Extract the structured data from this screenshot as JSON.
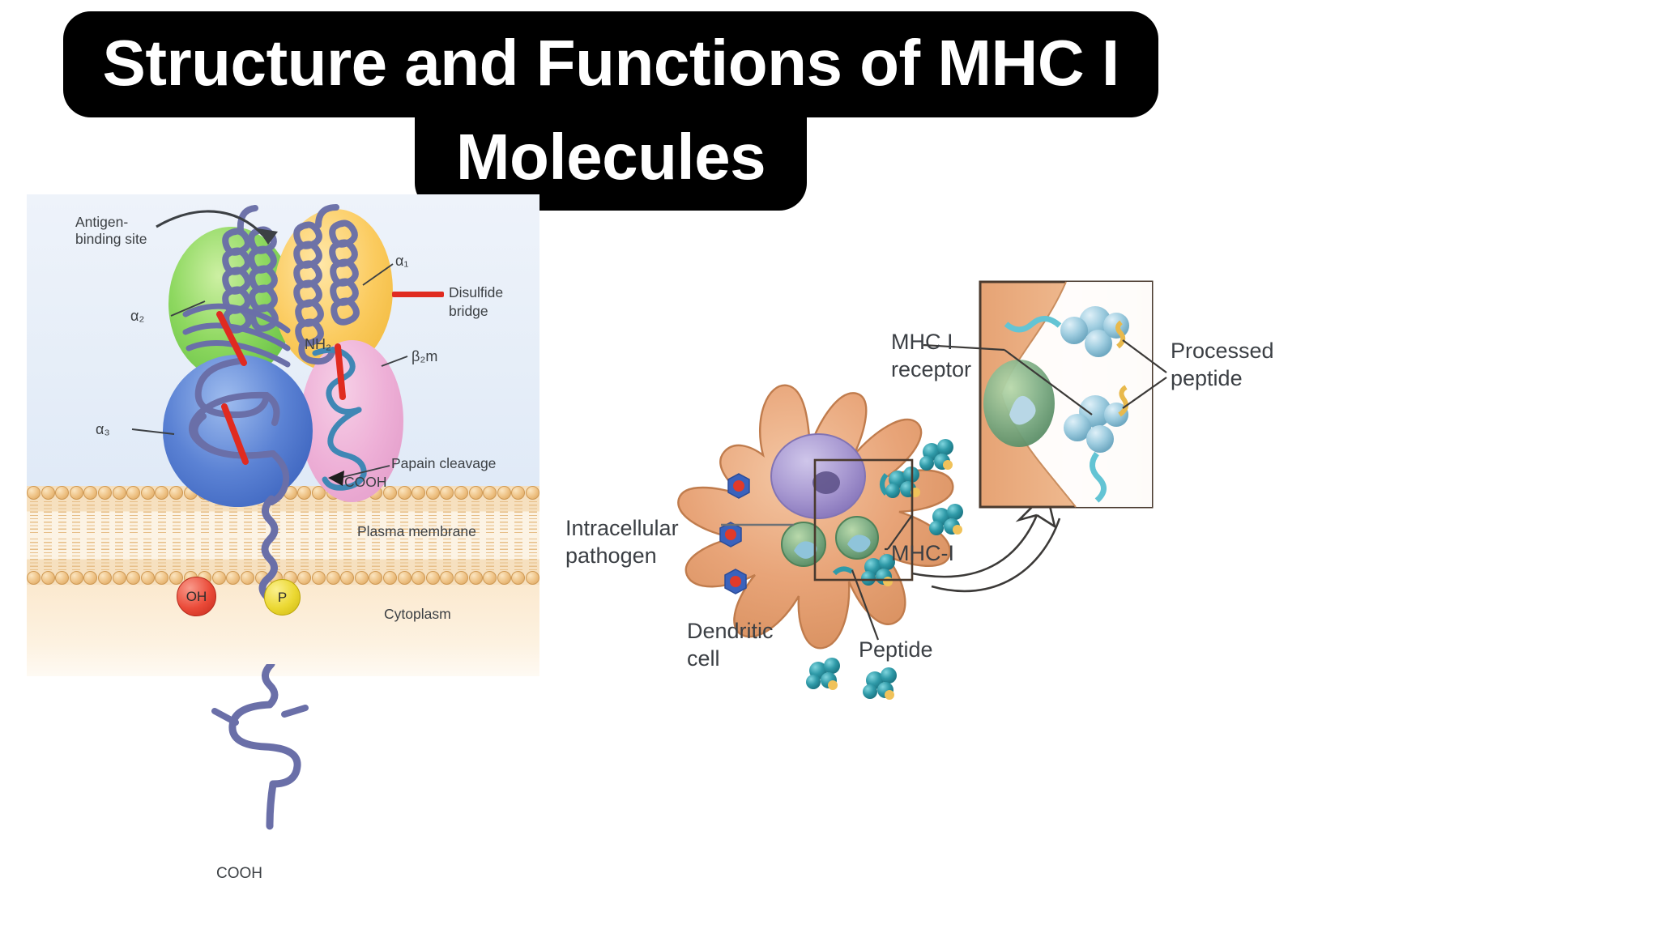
{
  "title": {
    "line1": "Structure and Functions of MHC I",
    "line2": "Molecules",
    "background": "#000000",
    "color": "#ffffff"
  },
  "structure_panel": {
    "name": "MHC I molecule structure diagram",
    "labels": {
      "antigen_binding_site": "Antigen-\nbinding site",
      "antigen_binding_site_l1": "Antigen-",
      "antigen_binding_site_l2": "binding site",
      "alpha1": "α₁",
      "alpha2": "α₂",
      "alpha3": "α₃",
      "beta2m": "β₂m",
      "nh2": "NH₂",
      "disulfide_l1": "Disulfide",
      "disulfide_l2": "bridge",
      "papain_cleavage": "Papain cleavage",
      "cooh_middle": "COOH",
      "cooh_bottom": "COOH",
      "plasma_membrane": "Plasma membrane",
      "cytoplasm": "Cytoplasm",
      "oh_tag": "OH",
      "p_tag": "P"
    },
    "colors": {
      "alpha1_domain": "#fbcb5f",
      "alpha2_domain": "#8ed860",
      "alpha3_domain": "#5b82d4",
      "beta2m_domain": "#eeb0d7",
      "disulfide_bridge": "#e02b20",
      "peptide_chain": "#6a6fa8",
      "membrane_lipid": "#eec183",
      "oh_circle": "#ea4a38",
      "p_circle": "#ebd832",
      "extracellular_bg": "#e3ecf8",
      "cytoplasm_bg": "#fbe9cf"
    }
  },
  "presentation_panel": {
    "name": "Antigen presentation by dendritic cell",
    "labels": {
      "intracellular_pathogen_l1": "Intracellular",
      "intracellular_pathogen_l2": "pathogen",
      "dendritic_cell_l1": "Dendritic",
      "dendritic_cell_l2": "cell",
      "mhc_i": "MHC-I",
      "peptide": "Peptide",
      "mhc_i_receptor_l1": "MHC I",
      "mhc_i_receptor_l2": "receptor",
      "processed_peptide_l1": "Processed",
      "processed_peptide_l2": "peptide"
    },
    "colors": {
      "cell_body": "#e8a478",
      "nucleus": "#a99ad2",
      "pathogen": "#e03a2a",
      "pathogen_ring": "#2f57b5",
      "phagosome": "#7fae86",
      "peptide_cluster": "#2f9aa8",
      "mhc_receptor": "#8fc4da",
      "inset_border": "#4a3a2e"
    }
  }
}
